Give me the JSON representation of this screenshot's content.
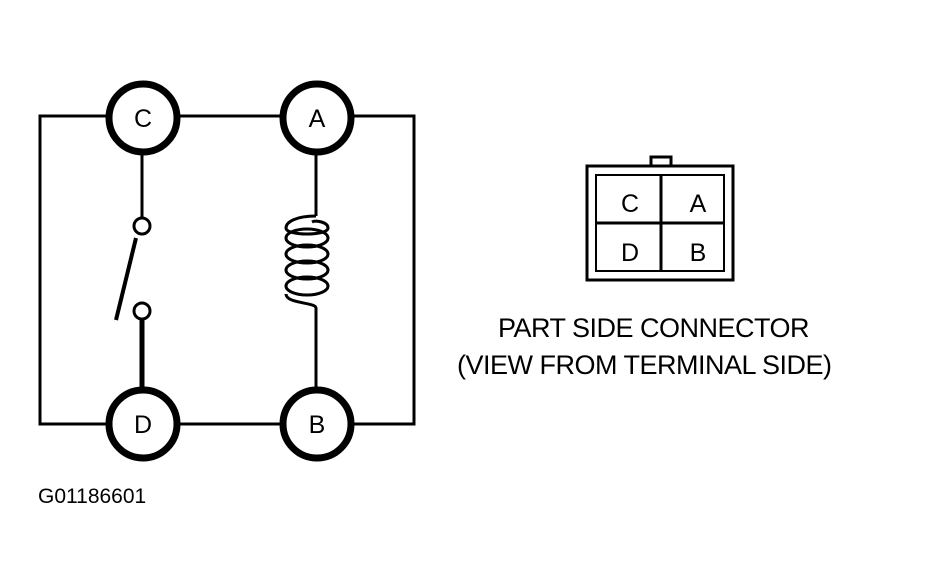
{
  "schematic": {
    "terminals": {
      "c": "C",
      "a": "A",
      "d": "D",
      "b": "B"
    }
  },
  "connector": {
    "pins": [
      "C",
      "A",
      "D",
      "B"
    ],
    "caption_line1": "PART SIDE CONNECTOR",
    "caption_line2": "(VIEW FROM TERMINAL SIDE)"
  },
  "figure_id": "G01186601"
}
